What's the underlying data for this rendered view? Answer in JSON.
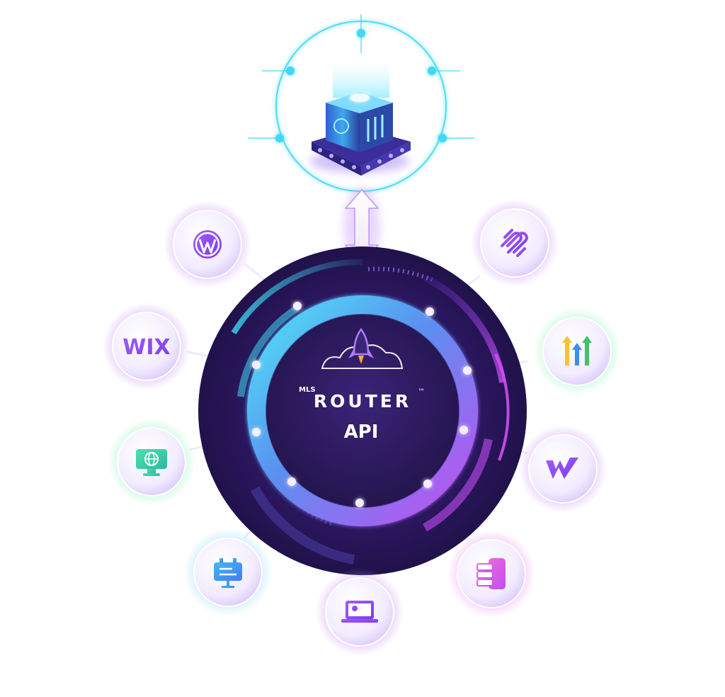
{
  "hub": {
    "brand_prefix": "MLS",
    "brand_name": "ROUTER",
    "trademark": "™",
    "label": "API"
  },
  "server": {
    "icon": "server-icon"
  },
  "arrow": {
    "icon": "bidirectional-arrow-icon"
  },
  "integrations": [
    {
      "id": "wordpress",
      "icon": "wordpress-logo-icon",
      "text": ""
    },
    {
      "id": "wix",
      "icon": "wix-logo-icon",
      "text": "WIX"
    },
    {
      "id": "website",
      "icon": "globe-monitor-icon",
      "text": ""
    },
    {
      "id": "signboard",
      "icon": "display-board-icon",
      "text": ""
    },
    {
      "id": "laptop",
      "icon": "laptop-profile-icon",
      "text": ""
    },
    {
      "id": "mobile",
      "icon": "server-phone-icon",
      "text": ""
    },
    {
      "id": "webflow",
      "icon": "webflow-logo-icon",
      "text": ""
    },
    {
      "id": "highlevel",
      "icon": "highlevel-arrows-icon",
      "text": ""
    },
    {
      "id": "squarespace",
      "icon": "squarespace-logo-icon",
      "text": ""
    }
  ],
  "colors": {
    "cyan": "#3fd8f2",
    "purple": "#8b3cf0",
    "magenta": "#c04cf2",
    "deep_navy": "#2a1654",
    "core": "#2e1a5e"
  }
}
